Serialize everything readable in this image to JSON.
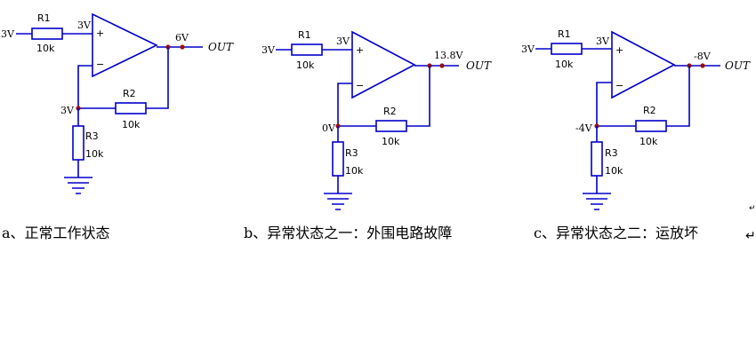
{
  "circuits": [
    {
      "input_label": "3V",
      "r1_label": "R1",
      "r1_value": "10k",
      "plus_voltage": "3V",
      "output_voltage": "6V",
      "out_label": "OUT",
      "node_voltage": "3V",
      "r2_label": "R2",
      "r2_value": "10k",
      "r3_label": "R3",
      "r3_value": "10k",
      "caption": "a、正常工作状态"
    },
    {
      "input_label": "3V",
      "r1_label": "R1",
      "r1_value": "10k",
      "plus_voltage": "3V",
      "output_voltage": "13.8V",
      "out_label": "OUT",
      "node_voltage": "0V",
      "r2_label": "R2",
      "r2_value": "10k",
      "r3_label": "R3",
      "r3_value": "10k",
      "caption": "b、异常状态之一：外围电路故障"
    },
    {
      "input_label": "3V",
      "r1_label": "R1",
      "r1_value": "10k",
      "plus_voltage": "3V",
      "output_voltage": "-8V",
      "out_label": "OUT",
      "node_voltage": "-4V",
      "r2_label": "R2",
      "r2_value": "10k",
      "r3_label": "R3",
      "r3_value": "10k",
      "caption": "c、异常状态之二：运放坏"
    }
  ],
  "symbols": {
    "plus": "+",
    "minus": "−"
  },
  "colors": {
    "wire": "#0000cc",
    "node": "#9a0f0f"
  }
}
